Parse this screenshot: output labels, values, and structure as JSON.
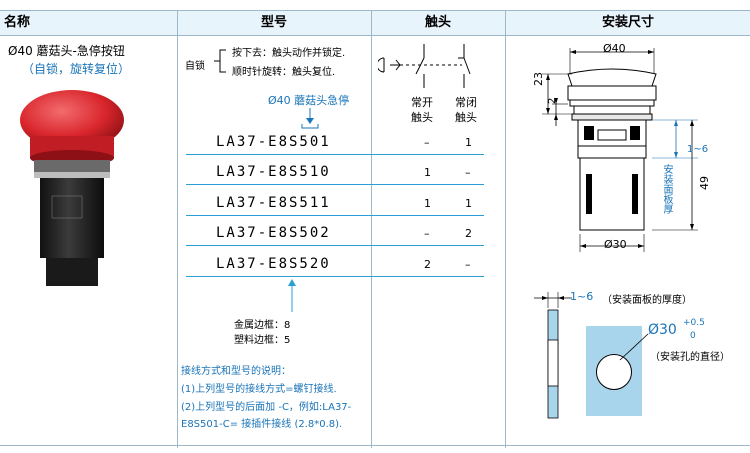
{
  "header": {
    "col1": "名称",
    "col2": "型号",
    "col3": "触头",
    "col4": "安装尺寸"
  },
  "product": {
    "name": "Ø40 蘑菇头-急停按钮",
    "subtitle": "（自锁，旋转复位）"
  },
  "operation": {
    "lock_label": "自锁",
    "line1": "按下去：触头动作并锁定.",
    "line2": "顺时针旋转：触头复位."
  },
  "series_label": "Ø40 蘑菇头急停",
  "contacts": {
    "no_label_1": "常开",
    "no_label_2": "触头",
    "nc_label_1": "常闭",
    "nc_label_2": "触头"
  },
  "models": [
    {
      "code": "LA37-E8S501",
      "no": "–",
      "nc": "1"
    },
    {
      "code": "LA37-E8S510",
      "no": "1",
      "nc": "–"
    },
    {
      "code": "LA37-E8S511",
      "no": "1",
      "nc": "1"
    },
    {
      "code": "LA37-E8S502",
      "no": "–",
      "nc": "2"
    },
    {
      "code": "LA37-E8S520",
      "no": "2",
      "nc": "–"
    }
  ],
  "bezel": {
    "metal": "金属边框：8",
    "plastic": "塑料边框：5"
  },
  "notes": {
    "title": "接线方式和型号的说明：",
    "line1": "(1)上列型号的接线方式=螺钉接线.",
    "line2": "(2)上列型号的后面加 -C，例如:LA37-",
    "line3": "E8S501-C=  接插件接线 (2.8*0.8)."
  },
  "dimensions": {
    "top_dia": "Ø40",
    "h23": "23",
    "h2": "2",
    "h49": "49",
    "panel_range": "1~6",
    "panel_label": "安装面板厚",
    "bottom_dia": "Ø30",
    "thickness_range": "1~6",
    "thickness_label": "（安装面板的厚度）",
    "hole_dia": "Ø30",
    "tol_plus": "+0.5",
    "tol_zero": "0",
    "hole_label": "（安装孔的直径）"
  },
  "colors": {
    "accent": "#1a74b8",
    "header_bg": "#e8f4fb",
    "cutout_bg": "#a8d4ec",
    "button_red": "#d9262c"
  },
  "icons": [
    "emergency-stop-button-photo",
    "contact-switch-symbol",
    "arrow-down-icon",
    "arrow-up-icon"
  ]
}
